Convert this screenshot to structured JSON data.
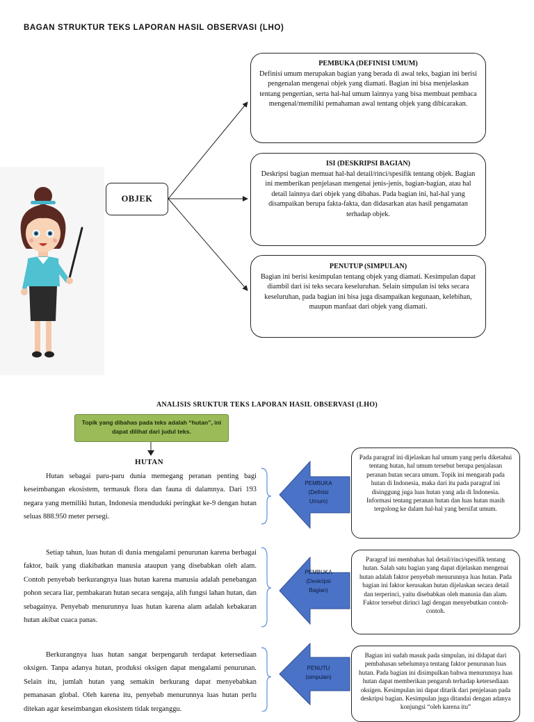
{
  "header": {
    "title": "BAGAN STRUKTUR TEKS LAPORAN HASIL OBSERVASI (LHO)"
  },
  "diagram": {
    "center_label": "OBJEK",
    "boxes": [
      {
        "title": "PEMBUKA (DEFINISI UMUM)",
        "body": "Definisi umum merupakan bagian yang berada di awal teks, bagian ini berisi pengenalan mengenai objek yang diamati. Bagian ini bisa menjelaskan tentang pengertian, serta hal-hal umum lainnya yang bisa membuat pembaca mengenal/memiliki pemahaman awal tentang objek yang dibicarakan."
      },
      {
        "title": "ISI (DESKRIPSI BAGIAN)",
        "body": "Deskripsi bagian memuat hal-hal detail/rinci/spesifik tentang objek. Bagian ini memberikan penjelasan mengenai jenis-jenis, bagian-bagian, atau hal detail lainnya dari objek yang dibahas. Pada bagian ini, hal-hal yang disampaikan berupa fakta-fakta, dan didasarkan atas hasil pengamatan terhadap objek."
      },
      {
        "title": "PENUTUP (SIMPULAN)",
        "body": "Bagian ini berisi kesimpulan tentang objek yang diamati. Kesimpulan dapat diambil dari isi teks secara keseluruhan. Selain simpulan isi teks secara keseluruhan, pada bagian ini bisa juga disampaikan kegunaan, kelebihan, maupun manfaat dari objek yang diamati."
      }
    ]
  },
  "analysis": {
    "title": "ANALISIS SRUKTUR TEKS LAPORAN HASIL OBSERVASI (LHO)",
    "topic_note": "Topik yang dibahas pada teks adalah “hutan”, ini dapat dilihat dari judul teks.",
    "text_title": "HUTAN",
    "paragraphs": [
      "Hutan sebagai paru-paru dunia memegang peranan penting bagi keseimbangan ekosistem, termasuk flora dan fauna di dalamnya. Dari 193 negara yang memiliki hutan, Indonesia menduduki peringkat ke-9 dengan hutan seluas 888.950 meter persegi.",
      "Setiap tahun, luas hutan di dunia mengalami penurunan karena berbagai faktor, baik yang diakibatkan manusia ataupun yang disebabkan oleh alam. Contoh penyebab berkurangnya luas hutan karena manusia adalah penebangan pohon secara liar, pembakaran hutan secara sengaja, alih fungsi lahan hutan, dan sebagainya. Penyebab menurunnya luas hutan karena alam adalah kebakaran hutan akibat cuaca panas.",
      "Berkurangnya luas hutan sangat berpengaruh terdapat ketersediaan oksigen. Tanpa adanya hutan, produksi oksigen dapat mengalami penurunan. Selain itu, jumlah hutan yang semakin berkurang dapat menyebabkan pemanasan global. Oleh karena itu, penyebab menurunnya luas hutan perlu ditekan agar keseimbangan ekosistem tidak terganggu."
    ],
    "arrow_labels": [
      [
        "PEMBUKA",
        "(Definisi",
        "Umum)"
      ],
      [
        "PEMBUKA",
        "(Deskripsi",
        "Bagian)"
      ],
      [
        "PENUTU",
        "(simpulan)"
      ]
    ],
    "explanations": [
      "Pada paragraf ini dijelaskan hal umum yang perlu diketahui tentang hutan, hal umum tersebut berupa penjalasan peranan hutan secara umum. Topik ini mengarah pada hutan di Indonesia, maka dari itu pada paragraf ini disinggung juga luas hutan yang ada di Indonesia. Informasi tentang peranan hutan dan luas hutan masih tergolong ke dalam hal-hal yang bersifat umum.",
      "Paragraf ini membahas hal detail/rinci/spesifik tentang hutan. Salah satu bagian yang dapat dijelaskan mengenai hutan adalah faktor penyebab menurunnya luas hutan. Pada bagian ini faktor kerusakan hutan dijelaskan secara detail dan terperinci, yaitu disebabkan oleh manusia dan alam. Faktor tersebut dirinci lagi dengan menyebutkan contoh-contoh.",
      "Bagian ini sudah masuk pada simpulan, ini didapat dari pembahasan sebelumnya tentang faktor penurunan luas hutan. Pada bagian ini disimpulkan bahwa menurunnya luas hutan dapat memberikan pengaruh terhadap ketersediaan oksigen. Kesimpulan ini dapat ditarik dari penjelasan pada deskripsi bagian. Kesimpulan juga ditandai dengan adanya konjungsi “oleh karena itu”"
    ]
  }
}
